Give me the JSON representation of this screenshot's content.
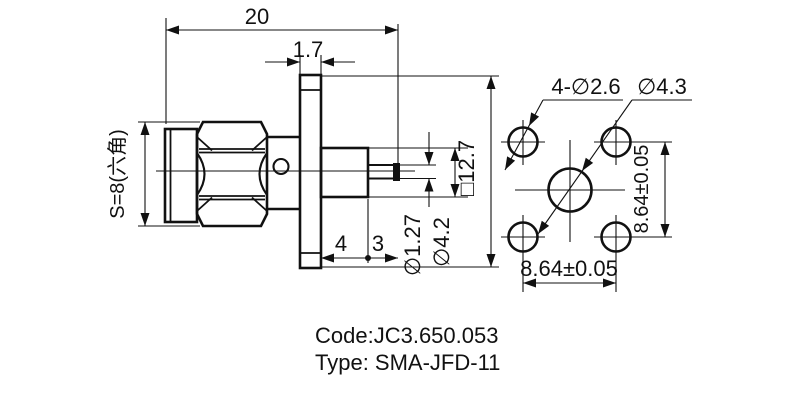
{
  "drawing": {
    "side_view": {
      "hex_label": "S=8(六角)",
      "total_length": "20",
      "flange_thickness": "1.7",
      "insulator_length": "4",
      "pin_length": "3",
      "pin_diameter": "∅1.27",
      "insulator_diameter": "∅4.2",
      "flange_square": "□12.7"
    },
    "front_view": {
      "corner_holes_label": "4-∅2.6",
      "center_hole_label": "∅4.3",
      "vertical_spacing": "8.64±0.05",
      "horizontal_spacing": "8.64±0.05"
    },
    "title": {
      "code": "Code:JC3.650.053",
      "type": "Type: SMA-JFD-11"
    },
    "colors": {
      "line": "#111111",
      "background": "#ffffff"
    }
  }
}
